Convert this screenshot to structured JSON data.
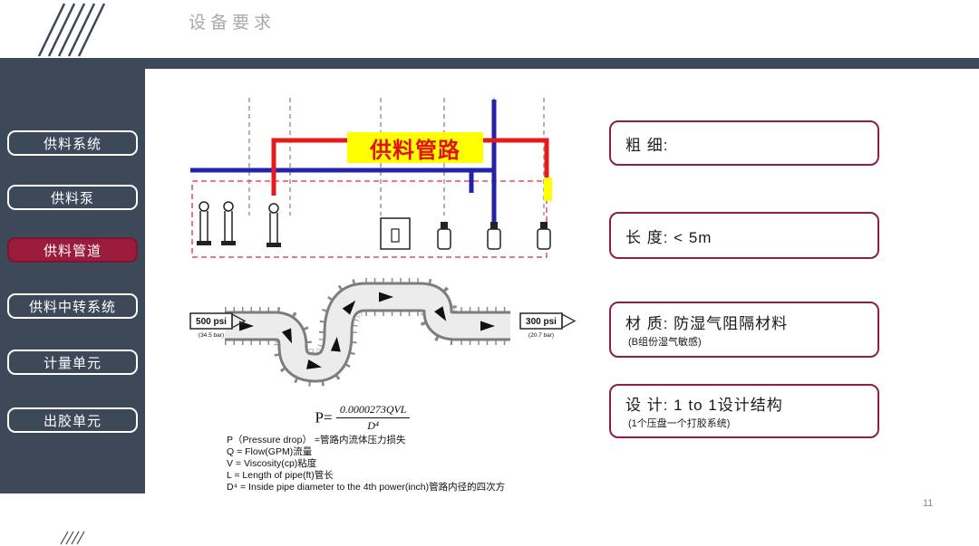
{
  "slide": {
    "title": "设备要求",
    "page_number": "11"
  },
  "sidebar": {
    "items": [
      {
        "label": "供料系统",
        "active": false
      },
      {
        "label": "供料泵",
        "active": false
      },
      {
        "label": "供料管道",
        "active": true
      },
      {
        "label": "供料中转系统",
        "active": false
      },
      {
        "label": "计量单元",
        "active": false
      },
      {
        "label": "出胶单元",
        "active": false
      }
    ]
  },
  "diagram": {
    "pipe_label": "供料管路"
  },
  "flow": {
    "left_pressure": "500 psi",
    "left_pressure_bar": "(34.5 bar)",
    "right_pressure": "300 psi",
    "right_pressure_bar": "(20.7 bar)"
  },
  "formula": {
    "lhs": "P=",
    "numerator": "0.0000273QVL",
    "denominator": "D⁴",
    "definitions": [
      "P（Pressure drop） =管路内流体压力损失",
      "Q = Flow(GPM)流量",
      "V = Viscosity(cp)粘度",
      "L = Length of pipe(ft)管长",
      "D⁴ = Inside pipe diameter to the 4th power(inch)管路内径的四次方"
    ]
  },
  "spec_boxes": [
    {
      "title": "粗 细:",
      "subtitle": ""
    },
    {
      "title": "长 度:  < 5m",
      "subtitle": ""
    },
    {
      "title": "材 质: 防湿气阻隔材料",
      "subtitle": "(B组份湿气敏感)"
    },
    {
      "title": "设 计: 1 to 1设计结构",
      "subtitle": "(1个压盘一个打胶系统)"
    }
  ],
  "colors": {
    "accent_maroon": "#9b1b3c",
    "sidebar_navy": "#3d4859",
    "highlight_yellow": "#ffff00",
    "pipe_red": "#e31b1b",
    "pipe_blue": "#2222aa"
  }
}
